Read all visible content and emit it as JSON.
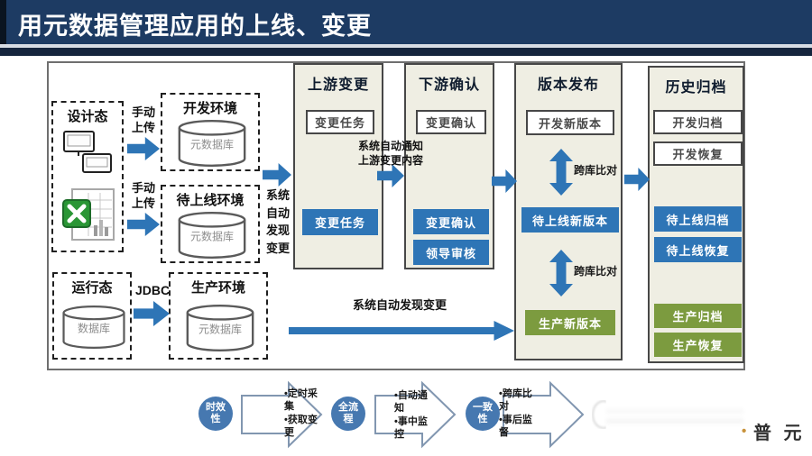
{
  "page": {
    "title": "用元数据管理应用的上线、变更"
  },
  "colors": {
    "title_navy": "#1D3B63",
    "accent_blue": "#2E75B6",
    "green": "#7C9B3F",
    "column_bg": "#EFEEE3",
    "circle_blue": "#4678B0",
    "logo_dot_orange": "#C8923A"
  },
  "left_panel": {
    "design_state": {
      "label": "设计态",
      "icons": [
        "windows-icon",
        "excel-file-icon"
      ]
    },
    "manual_upload_top": "手动\n上传",
    "manual_upload_bottom": "手动\n上传",
    "dev_env": {
      "label": "开发环境",
      "db_label": "元数据库"
    },
    "staging_env": {
      "label": "待上线环境",
      "db_label": "元数据库"
    },
    "run_state": {
      "label": "运行态",
      "db_label": "数据库"
    },
    "jdbc_label": "JDBC",
    "prod_env": {
      "label": "生产环境",
      "db_label": "元数据库"
    },
    "auto_discover_vertical": "系统\n自动\n发现\n变更"
  },
  "flow_labels": {
    "auto_notify": "系统自动通知\n上游变更内容",
    "auto_discover": "系统自动发现变更",
    "cross_db_compare_top": "跨库比对",
    "cross_db_compare_bottom": "跨库比对"
  },
  "columns": [
    {
      "header": "上游变更",
      "white_boxes": [
        "变更任务"
      ],
      "blue_boxes": [
        "变更任务"
      ],
      "green_boxes": []
    },
    {
      "header": "下游确认",
      "white_boxes": [
        "变更确认"
      ],
      "blue_boxes": [
        "变更确认",
        "领导审核"
      ],
      "green_boxes": []
    },
    {
      "header": "版本发布",
      "white_boxes": [
        "开发新版本"
      ],
      "blue_boxes": [
        "待上线新版本"
      ],
      "green_boxes": [
        "生产新版本"
      ]
    },
    {
      "header": "历史归档",
      "white_boxes": [
        "开发归档",
        "开发恢复"
      ],
      "blue_boxes": [
        "待上线归档",
        "待上线恢复"
      ],
      "green_boxes": [
        "生产归档",
        "生产恢复"
      ]
    }
  ],
  "bottom_flow": {
    "circles": [
      "时效\n性",
      "全流\n程",
      "一致\n性"
    ],
    "arrow_notes": [
      "•定时采集\n•获取变更",
      "•自动通知\n•事中监控",
      "•跨库比对\n•事后监督"
    ]
  },
  "footer": {
    "logo_dot": "•",
    "logo_text": "普 元"
  }
}
